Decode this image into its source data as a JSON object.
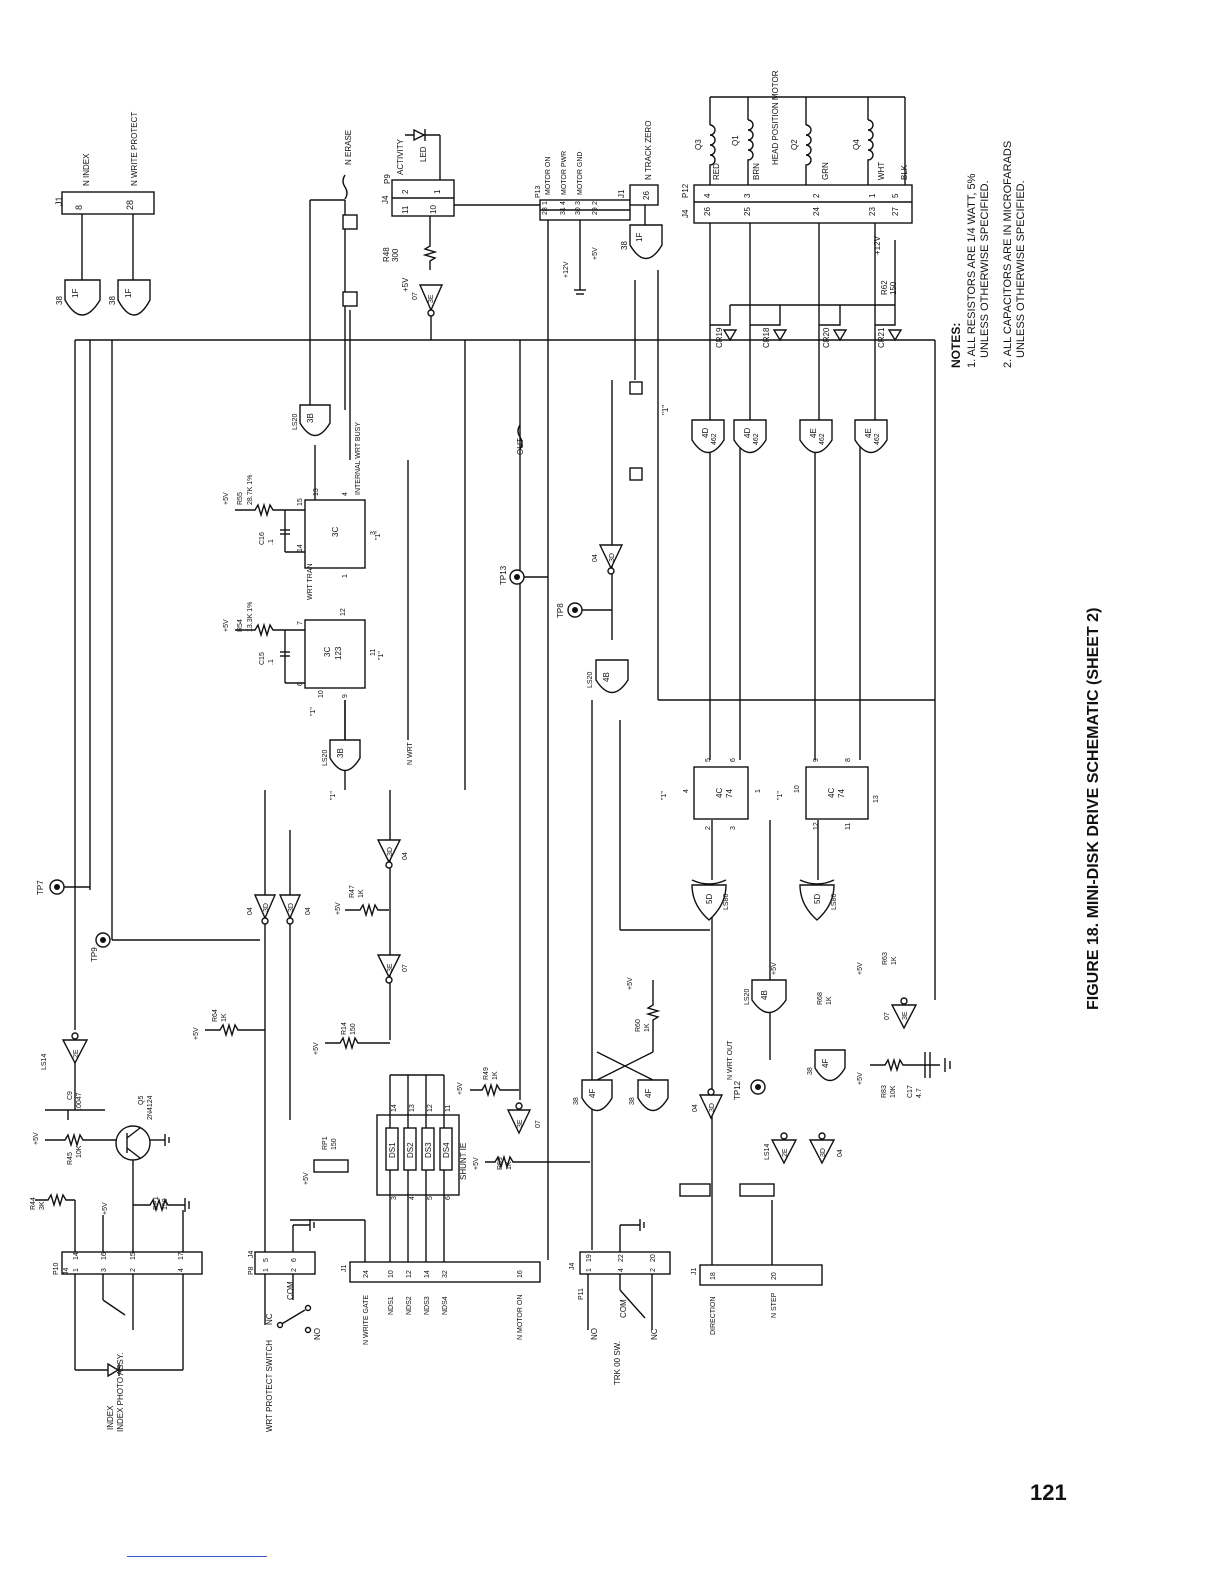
{
  "figure_title": "FIGURE 18.  MINI-DISK DRIVE SCHEMATIC  (SHEET 2)",
  "page_number": "121",
  "notes": {
    "heading": "NOTES:",
    "items": [
      "1.  ALL RESISTORS ARE 1/4 WATT, 5%",
      "UNLESS OTHERWISE SPECIFIED.",
      "2.  ALL CAPACITORS ARE IN MICROFARADS",
      "UNLESS OTHERWISE SPECIFIED."
    ]
  },
  "connectors": {
    "j1_top": {
      "ref": "J1",
      "pins": [
        "8",
        "28"
      ],
      "signals": [
        "N INDEX",
        "N WRITE PROTECT"
      ]
    },
    "j1_track": {
      "ref": "J1",
      "pin": "26",
      "signal": "N TRACK ZERO"
    },
    "j4_p9": {
      "ref": "J4",
      "p": "P9",
      "pins": [
        "11",
        "10"
      ],
      "ppins": [
        "2",
        "1"
      ],
      "signal": "ACTIVITY",
      "led": "LED"
    },
    "p13": {
      "ref": "P13",
      "jpins": [
        "28",
        "31",
        "30",
        "29"
      ],
      "ppins": [
        "1",
        "4",
        "3",
        "2"
      ],
      "signals": [
        "MOTOR ON",
        "MOTOR PWR",
        "MOTOR GND"
      ]
    },
    "p12": {
      "ref": "P12",
      "j": "J4",
      "jpins": [
        "26",
        "25",
        "24",
        "23",
        "27"
      ],
      "ppins": [
        "4",
        "3",
        "2",
        "1",
        "5"
      ],
      "wires": [
        "RED",
        "BRN",
        "GRN",
        "WHT",
        "BLK"
      ],
      "motor": "HEAD POSITION MOTOR",
      "coils": [
        "Q3",
        "Q1",
        "Q2",
        "Q4"
      ]
    },
    "p10": {
      "ref": "P10",
      "j": "J4",
      "pins": [
        "1",
        "14",
        "3",
        "16",
        "2",
        "15",
        "4",
        "17"
      ],
      "label": "INDEX PHOTO ASSY."
    },
    "p8": {
      "ref": "P8",
      "j": "J4",
      "pins": [
        "1",
        "5",
        "2",
        "6"
      ],
      "sw": [
        "NC",
        "COM",
        "NO"
      ],
      "label": "WRT PROTECT SWITCH"
    },
    "j1_bottom": {
      "ref": "J1",
      "pins": [
        "24",
        "10",
        "12",
        "14",
        "32",
        "16"
      ],
      "signals": [
        "N WRITE GATE",
        "NDS1",
        "NDS2",
        "NDS3",
        "NDS4",
        "N MOTOR ON"
      ]
    },
    "p11": {
      "ref": "P11",
      "j": "J4",
      "pins": [
        "1",
        "19",
        "4",
        "22",
        "2",
        "20"
      ],
      "sw": [
        "NO",
        "COM",
        "NC"
      ],
      "label": "TRK 00 SW."
    },
    "j1_step": {
      "ref": "J1",
      "pins": [
        "18",
        "20"
      ],
      "signals": [
        "DIRECTION",
        "N STEP"
      ]
    }
  },
  "parts": {
    "gates": [
      "1F",
      "1F",
      "1F",
      "3E",
      "3D",
      "3D",
      "3D",
      "3D",
      "3D",
      "3E",
      "3E",
      "2E",
      "2E",
      "3B",
      "3B",
      "4B",
      "4B",
      "4F",
      "4F",
      "4F",
      "4D",
      "4D",
      "4E",
      "4E",
      "5D",
      "5D",
      "3E"
    ],
    "families": [
      "38",
      "07",
      "04",
      "LS20",
      "LS14",
      "LS86",
      "462"
    ],
    "one_shots": [
      {
        "ref": "3C",
        "type": "",
        "pins": [
          "15",
          "14",
          "13",
          "4",
          "3",
          "1"
        ]
      },
      {
        "ref": "3C",
        "type": "123",
        "pins": [
          "7",
          "6",
          "12",
          "11",
          "10",
          "9"
        ]
      }
    ],
    "flipflops": [
      {
        "ref": "4C",
        "type": "74",
        "pins": [
          "5",
          "6",
          "4",
          "2",
          "3",
          "1"
        ]
      },
      {
        "ref": "4C",
        "type": "74",
        "pins": [
          "9",
          "8",
          "10",
          "12",
          "11",
          "13"
        ]
      }
    ],
    "resistors": [
      {
        "ref": "R48",
        "val": "300"
      },
      {
        "ref": "R55",
        "val": "28.7K 1%"
      },
      {
        "ref": "R54",
        "val": "13.3K 1%"
      },
      {
        "ref": "R47",
        "val": "1K"
      },
      {
        "ref": "R42",
        "val": "1K"
      },
      {
        "ref": "R64",
        "val": "1K"
      },
      {
        "ref": "R14",
        "val": "150"
      },
      {
        "ref": "R49",
        "val": "1K"
      },
      {
        "ref": "R59",
        "val": "1K"
      },
      {
        "ref": "R43",
        "val": "1K"
      },
      {
        "ref": "R60",
        "val": "1K"
      },
      {
        "ref": "R63",
        "val": "1K"
      },
      {
        "ref": "R68",
        "val": "1K"
      },
      {
        "ref": "R83",
        "val": "10K"
      },
      {
        "ref": "R62",
        "val": "150"
      },
      {
        "ref": "R52",
        "val": "150"
      },
      {
        "ref": "R44",
        "val": "3K"
      },
      {
        "ref": "R45",
        "val": "10K"
      },
      {
        "ref": "RP1",
        "val": "150"
      }
    ],
    "capacitors": [
      {
        "ref": "C16",
        "val": ".1"
      },
      {
        "ref": "C15",
        "val": ".1"
      },
      {
        "ref": "C9",
        "val": ".0047"
      },
      {
        "ref": "C17",
        "val": "4.7"
      }
    ],
    "diodes": [
      "CR19",
      "CR18",
      "CR20",
      "CR21"
    ],
    "transistor": {
      "ref": "Q5",
      "type": "2N4124"
    },
    "test_points": [
      "TP7",
      "TP9",
      "TP13",
      "TP8",
      "TP12"
    ],
    "shunt": {
      "ref": "SHUNT IE",
      "switches": [
        "DS1",
        "DS2",
        "DS3",
        "DS4"
      ],
      "pins": [
        "14",
        "13",
        "12",
        "11",
        "3",
        "4",
        "5",
        "6"
      ]
    }
  },
  "signals": {
    "n_erase": "N ERASE",
    "out": "OUT",
    "internal_wrt_busy": "INTERNAL WRT BUSY",
    "wrt_tran": "WRT TRAN",
    "n_wrt": "N WRT",
    "n_wrt_out": "N WRT OUT",
    "logic_one": "\"1\"",
    "rails": [
      "+5V",
      "+12V"
    ]
  }
}
